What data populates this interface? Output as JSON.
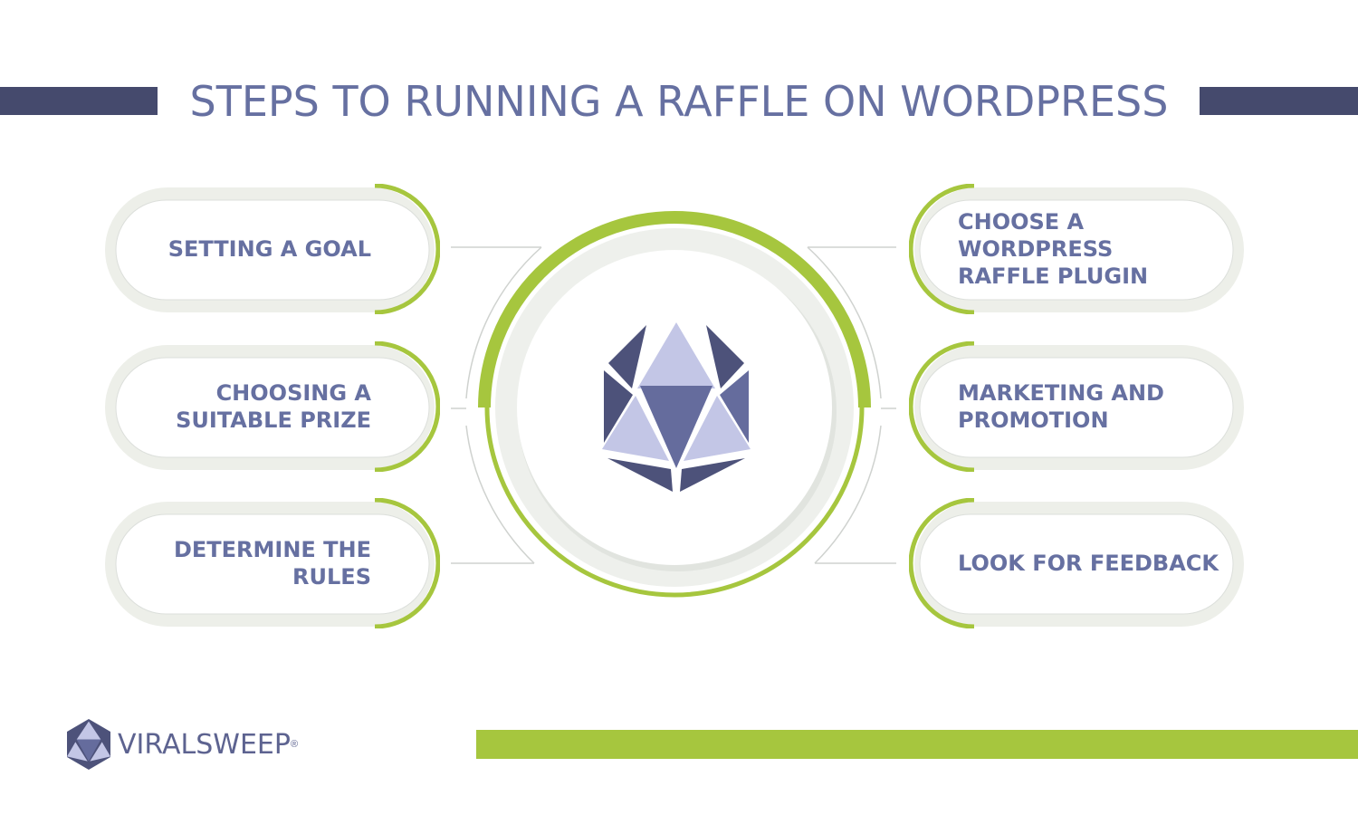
{
  "title": "STEPS TO RUNNING A RAFFLE ON WORDPRESS",
  "colors": {
    "navy": "#454a6d",
    "title_text": "#6670a1",
    "accent_green": "#a6c63e",
    "pill_shadow": "#e8ebe4",
    "icon_dark": "#4d527a",
    "icon_mid": "#656c9d",
    "icon_light": "#c3c6e6"
  },
  "steps_left": [
    {
      "label": "SETTING A GOAL"
    },
    {
      "label": "CHOOSING A\nSUITABLE PRIZE"
    },
    {
      "label": "DETERMINE THE\nRULES"
    }
  ],
  "steps_right": [
    {
      "label": "CHOOSE A WORDPRESS\nRAFFLE PLUGIN"
    },
    {
      "label": "MARKETING AND\nPROMOTION"
    },
    {
      "label": "LOOK FOR FEEDBACK"
    }
  ],
  "center_icon": "d20-die-icon",
  "brand": {
    "name": "VIRALSWEEP",
    "registered": "®",
    "logo_icon": "d20-die-logo-icon"
  }
}
